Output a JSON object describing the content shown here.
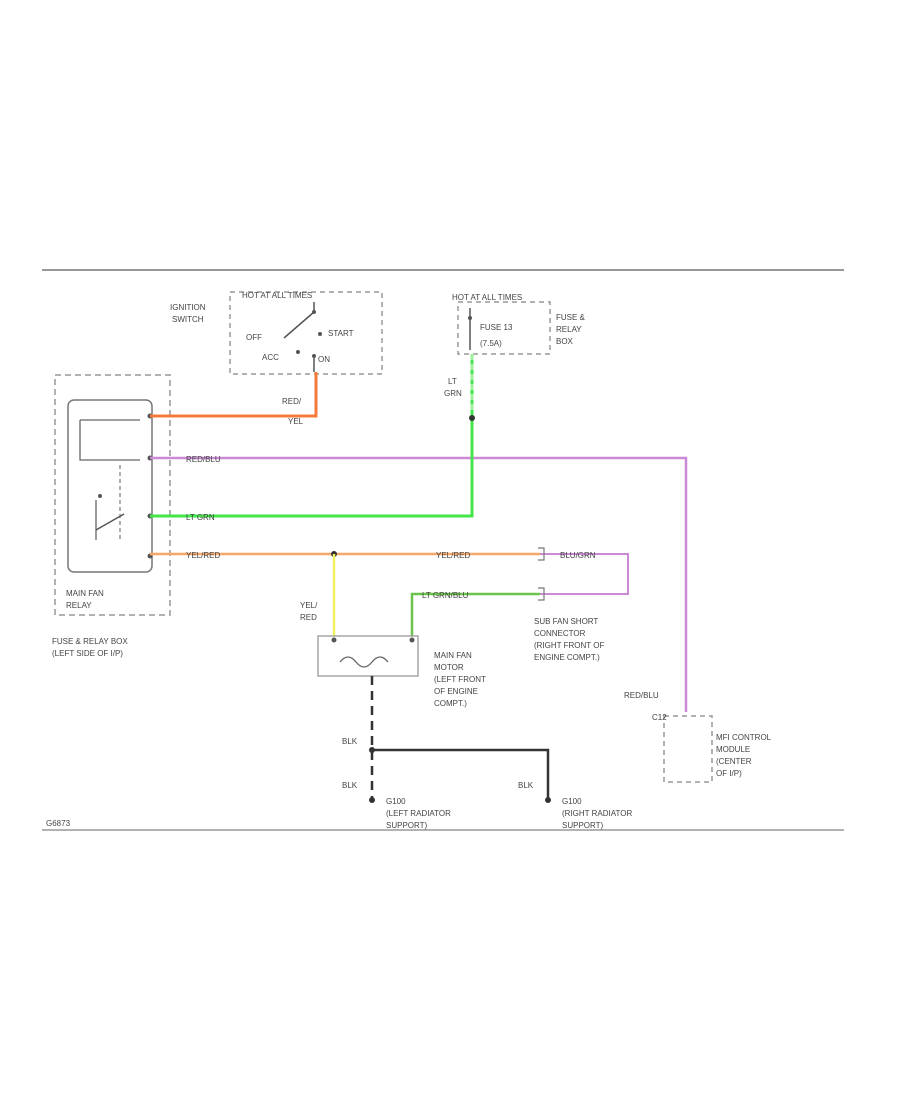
{
  "colors": {
    "red_yel": "#f47a3a",
    "red_blu": "#cc8ad6",
    "lt_grn": "#43e64a",
    "yel_red": "#f6a86a",
    "yel_red_v": "#f0f060",
    "blu_grn": "#6cc24a",
    "blk": "#333333",
    "frame": "#999999"
  },
  "components": {
    "ignition_title": "HOT AT ALL TIMES",
    "ignition_switch": [
      "IGNITION",
      "SWITCH"
    ],
    "ign_off": "OFF",
    "ign_start": "START",
    "ign_acc": "ACC",
    "ign_on": "ON",
    "hot_run_title": "HOT AT ALL TIMES",
    "fuse": [
      "FUSE 13",
      "(7.5A)"
    ],
    "fuse_box": [
      "FUSE &",
      "RELAY",
      "BOX"
    ],
    "relay": [
      "MAIN FAN",
      "RELAY"
    ],
    "relay_box": [
      "FUSE & RELAY BOX",
      "(LEFT SIDE OF I/P)"
    ],
    "fan_motor": [
      "MAIN FAN",
      "MOTOR",
      "(LEFT FRONT",
      "OF ENGINE",
      "COMPT.)"
    ],
    "short_conn": [
      "SUB FAN SHORT",
      "CONNECTOR",
      "(RIGHT FRONT OF",
      "ENGINE COMPT.)"
    ],
    "ecm": [
      "MFI CONTROL",
      "MODULE",
      "(CENTER",
      "OF I/P)"
    ],
    "ecm_pin": "C12",
    "ground_left": [
      "G100",
      "(LEFT RADIATOR",
      "SUPPORT)"
    ],
    "ground_right": [
      "G100",
      "(RIGHT RADIATOR",
      "SUPPORT)"
    ],
    "diagram_id": "G6873"
  },
  "wires": {
    "red_yel": [
      "RED/",
      "YEL"
    ],
    "lt_grn_v": [
      "LT",
      "GRN"
    ],
    "red_blu": "RED/BLU",
    "lt_grn": "LT GRN",
    "yel_red_1": "YEL/RED",
    "yel_red_2": "YEL/RED",
    "blu_grn_top": "BLU/GRN",
    "blu_grn": "LT GRN/BLU",
    "yel_red_v": [
      "YEL/",
      "RED"
    ],
    "red_blu_v": "RED/BLU",
    "blk1": "BLK",
    "blk2": "BLK",
    "blk3": "BLK"
  }
}
